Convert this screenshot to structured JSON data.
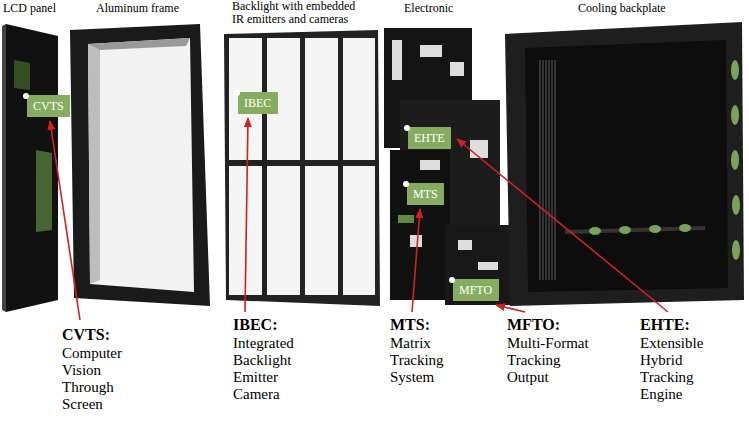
{
  "diagram": {
    "nodes": [
      {
        "text": [
          "CVTS"
        ]
      },
      {
        "text": [
          "IBEC"
        ]
      },
      {
        "text": [
          "EHTE"
        ]
      },
      {
        "text": [
          "MTS"
        ]
      },
      {
        "text": [
          "MFTO"
        ]
      }
    ],
    "labels": [
      "LCD panel",
      "Aluminum frame",
      "Backlight with embedded IR emitters and cameras",
      "Electronic",
      "Cooling backplate",
      "CVTS:",
      "Computer Vision Through Screen",
      "IBEC:",
      "Integrated Backlight Emitter Camera",
      "MTS:",
      "Matrix Tracking System",
      "MFTO:",
      "Multi-Format Tracking Output",
      "EHTE:",
      "Extensible Hybrid Tracking Engine"
    ]
  }
}
